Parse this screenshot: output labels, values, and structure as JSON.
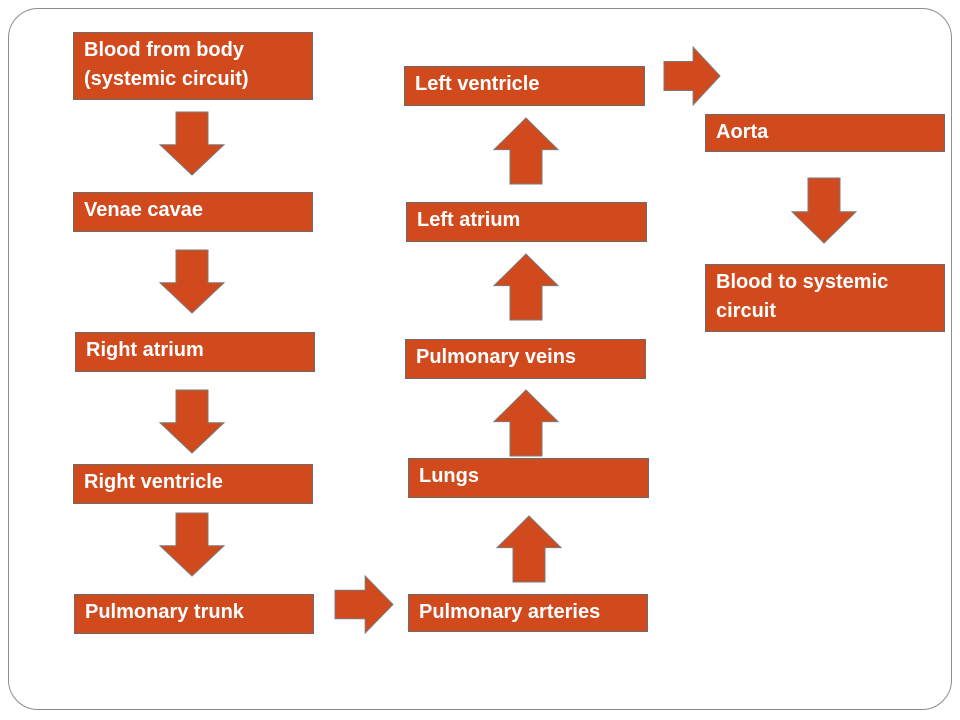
{
  "diagram": {
    "colors": {
      "box_fill": "#d14a1e",
      "arrow_fill": "#d14a1e",
      "arrow_stroke": "#7a7a7a",
      "text": "#ffffff",
      "frame_border": "#8c8c8c"
    },
    "nodes": [
      {
        "id": "blood-from-body",
        "lines": [
          "Blood from body",
          "(systemic circuit)"
        ]
      },
      {
        "id": "venae-cavae",
        "lines": [
          "Venae cavae"
        ]
      },
      {
        "id": "right-atrium",
        "lines": [
          "Right atrium"
        ]
      },
      {
        "id": "right-ventricle",
        "lines": [
          "Right ventricle"
        ]
      },
      {
        "id": "pulmonary-trunk",
        "lines": [
          "Pulmonary trunk"
        ]
      },
      {
        "id": "pulmonary-arteries",
        "lines": [
          "Pulmonary arteries"
        ]
      },
      {
        "id": "lungs",
        "lines": [
          "Lungs"
        ]
      },
      {
        "id": "pulmonary-veins",
        "lines": [
          "Pulmonary veins"
        ]
      },
      {
        "id": "left-atrium",
        "lines": [
          "Left atrium"
        ]
      },
      {
        "id": "left-ventricle",
        "lines": [
          "Left ventricle"
        ]
      },
      {
        "id": "aorta",
        "lines": [
          "Aorta"
        ]
      },
      {
        "id": "blood-to-systemic",
        "lines": [
          "Blood to systemic",
          "circuit"
        ]
      }
    ],
    "edges": [
      {
        "from": "blood-from-body",
        "to": "venae-cavae",
        "direction": "down"
      },
      {
        "from": "venae-cavae",
        "to": "right-atrium",
        "direction": "down"
      },
      {
        "from": "right-atrium",
        "to": "right-ventricle",
        "direction": "down"
      },
      {
        "from": "right-ventricle",
        "to": "pulmonary-trunk",
        "direction": "down"
      },
      {
        "from": "pulmonary-trunk",
        "to": "pulmonary-arteries",
        "direction": "right"
      },
      {
        "from": "pulmonary-arteries",
        "to": "lungs",
        "direction": "up"
      },
      {
        "from": "lungs",
        "to": "pulmonary-veins",
        "direction": "up"
      },
      {
        "from": "pulmonary-veins",
        "to": "left-atrium",
        "direction": "up"
      },
      {
        "from": "left-atrium",
        "to": "left-ventricle",
        "direction": "up"
      },
      {
        "from": "left-ventricle",
        "to": "aorta",
        "direction": "right"
      },
      {
        "from": "aorta",
        "to": "blood-to-systemic",
        "direction": "down"
      }
    ]
  }
}
